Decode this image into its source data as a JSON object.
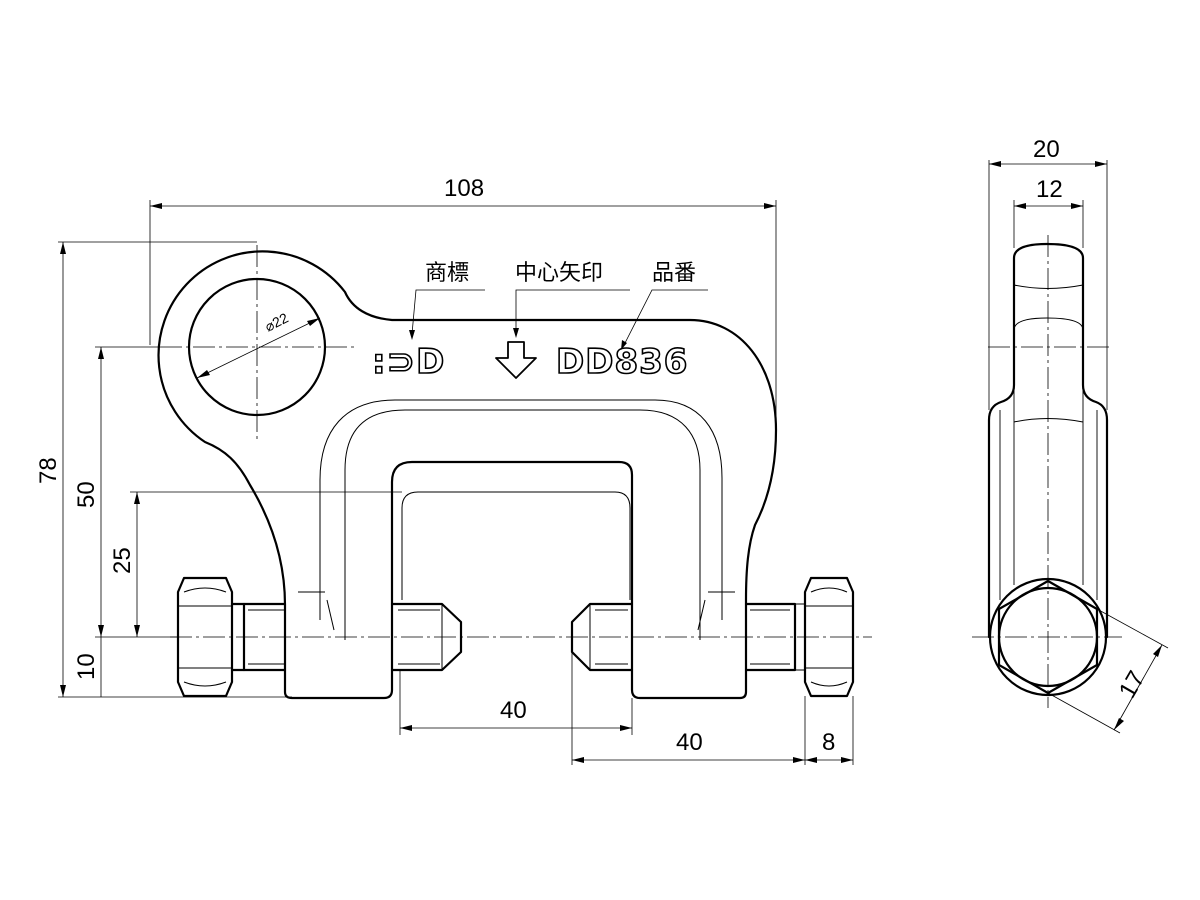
{
  "dimensions": {
    "overall_width": "108",
    "overall_height": "78",
    "eye_center_height": "50",
    "inner_height": "25",
    "bolt_height": "10",
    "hole_diameter": "⌀22",
    "inner_gap": "40",
    "bolt_gap": "40",
    "nut_thickness": "8",
    "side_width": "20",
    "side_inner_width": "12",
    "hex_across_flats": "17"
  },
  "callouts": {
    "trademark": "商標",
    "center_mark": "中心矢印",
    "part_number_label": "品番"
  },
  "marking": {
    "logo": ":⊃D",
    "part_number": "DD836"
  }
}
